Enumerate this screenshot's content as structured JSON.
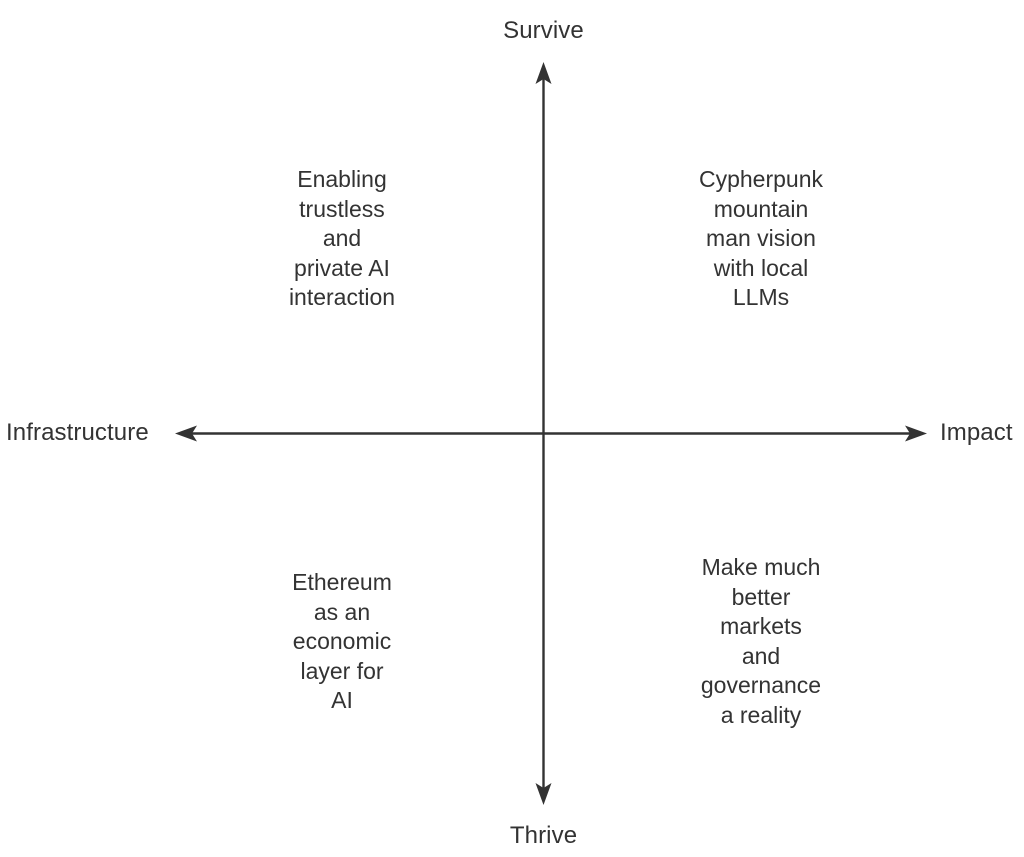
{
  "diagram": {
    "type": "quadrant-chart",
    "background_color": "#ffffff",
    "line_color": "#333333",
    "text_color": "#333333",
    "axes": {
      "vertical": {
        "top_label": "Survive",
        "bottom_label": "Thrive"
      },
      "horizontal": {
        "left_label": "Infrastructure",
        "right_label": "Impact"
      }
    },
    "quadrants": {
      "top_left": "Enabling\ntrustless\nand\nprivate AI\ninteraction",
      "top_right": "Cypherpunk\nmountain\nman vision\nwith local\nLLMs",
      "bottom_left": "Ethereum\nas an\neconomic\nlayer for\nAI",
      "bottom_right": "Make much\nbetter\nmarkets\nand\ngovernance\na reality"
    }
  }
}
